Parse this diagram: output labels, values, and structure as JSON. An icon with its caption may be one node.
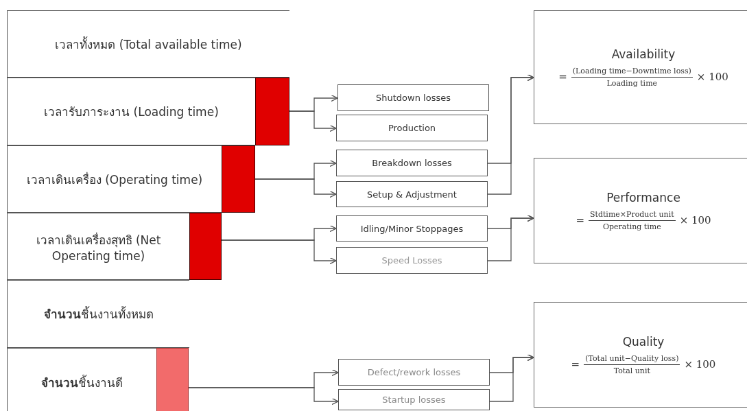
{
  "diagram": {
    "nodes": [
      {
        "text": [
          "เวลาทั้งหมด (Total available time)"
        ]
      },
      {
        "text": [
          "เวลารับภาระงาน (Loading time)"
        ]
      },
      {
        "text": [],
        "shape": "bar"
      },
      {
        "text": [
          "เวลาเดินเครื่อง (Operating time)"
        ]
      },
      {
        "text": [],
        "shape": "bar"
      },
      {
        "text": [
          "เวลาเดินเครื่องสุทธิ (Net Operating time)"
        ]
      },
      {
        "text": [],
        "shape": "bar"
      },
      {
        "text": [
          "**จำนวน**ชิ้นงานทั้งหมด"
        ]
      },
      {
        "text": [
          "**จำนวน**ชิ้นงานดี"
        ]
      },
      {
        "text": [],
        "shape": "bar"
      },
      {
        "text": [
          "Shutdown losses"
        ]
      },
      {
        "text": [
          "Production"
        ]
      },
      {
        "text": [
          "Breakdown losses"
        ]
      },
      {
        "text": [
          "Setup & Adjustment"
        ]
      },
      {
        "text": [
          "Idling/Minor Stoppages"
        ]
      },
      {
        "text": [
          "Speed Losses"
        ]
      },
      {
        "text": [
          "Defect/rework losses"
        ]
      },
      {
        "text": [
          "Startup losses"
        ]
      },
      {
        "text": [
          "Availability",
          "=",
          "(Loading time−Downtime loss)",
          "Loading time",
          "× 100"
        ]
      },
      {
        "text": [
          "Performance",
          "=",
          "Stdtime×Product unit",
          "Operating time",
          "× 100"
        ]
      },
      {
        "text": [
          "Quality",
          "=",
          "(Total unit−Quality loss)",
          "Total unit",
          "× 100"
        ]
      }
    ],
    "edges": [
      {
        "from": 2,
        "to": 10,
        "arrow": "to"
      },
      {
        "from": 2,
        "to": 11,
        "arrow": "to"
      },
      {
        "from": 4,
        "to": 12,
        "arrow": "to"
      },
      {
        "from": 4,
        "to": 13,
        "arrow": "to"
      },
      {
        "from": 6,
        "to": 14,
        "arrow": "to"
      },
      {
        "from": 6,
        "to": 15,
        "arrow": "to"
      },
      {
        "from": 9,
        "to": 16,
        "arrow": "to"
      },
      {
        "from": 9,
        "to": 17,
        "arrow": "to"
      },
      {
        "from": 12,
        "to": 18,
        "arrow": "to"
      },
      {
        "from": 13,
        "to": 18,
        "arrow": "to"
      },
      {
        "from": 14,
        "to": 19,
        "arrow": "to"
      },
      {
        "from": 15,
        "to": 19,
        "arrow": "to"
      },
      {
        "from": 16,
        "to": 20,
        "arrow": "to"
      },
      {
        "from": 17,
        "to": 20,
        "arrow": "to"
      }
    ]
  }
}
